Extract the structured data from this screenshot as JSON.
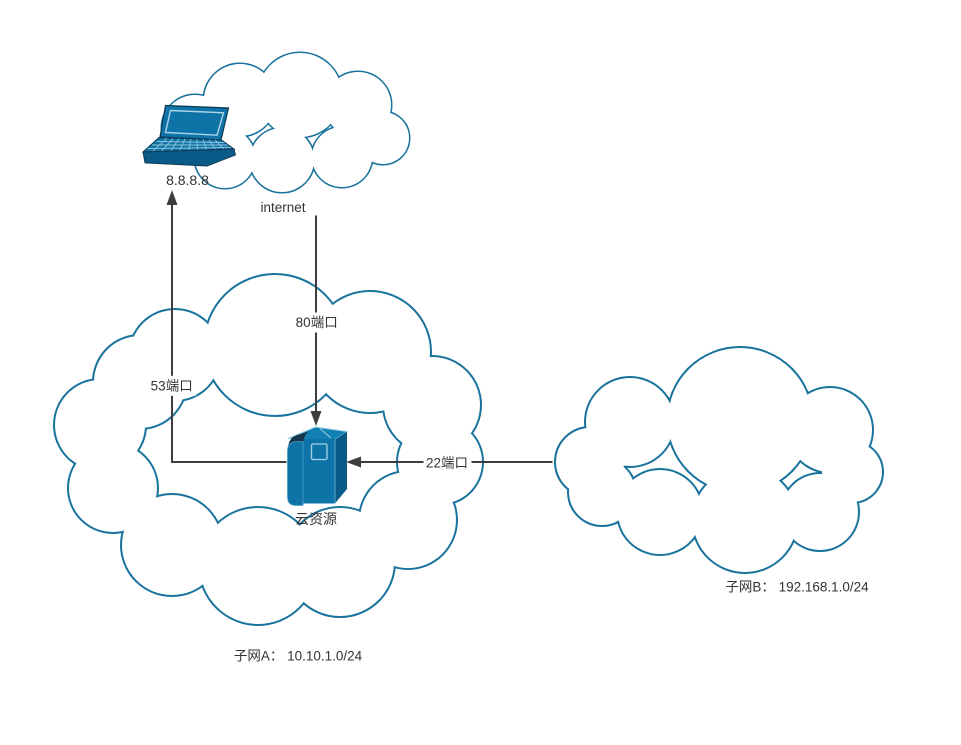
{
  "diagram": {
    "internet_cloud": {
      "label": "internet",
      "device_ip": "8.8.8.8"
    },
    "subnet_a_cloud": {
      "caption": "子网A： 10.10.1.0/24",
      "resource_label": "云资源"
    },
    "subnet_b_cloud": {
      "caption": "子网B： 192.168.1.0/24"
    },
    "edges": {
      "dns": {
        "label": "53端口"
      },
      "http": {
        "label": "80端口"
      },
      "ssh": {
        "label": "22端口"
      }
    }
  },
  "colors": {
    "cloud_stroke": "#1A739D",
    "icon_fill": "#0E74A8",
    "icon_side": "#095A86",
    "icon_top": "#1181B5",
    "icon_dark": "#15364D",
    "line": "#3E3E3E",
    "text": "#333333",
    "background": "#FFFFFF"
  }
}
